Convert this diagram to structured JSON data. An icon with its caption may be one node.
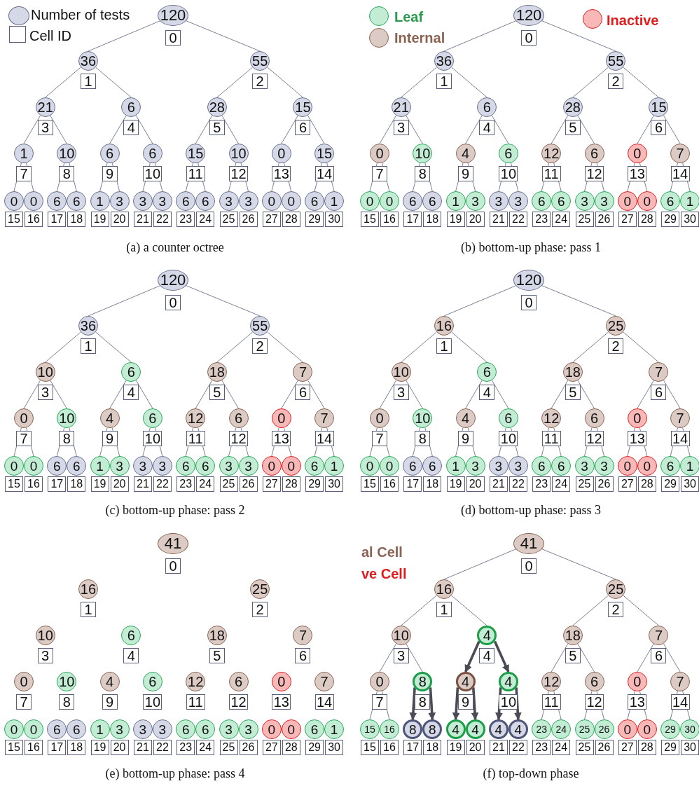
{
  "diagram": {
    "nodes": [
      {
        "text": [
          "120",
          "0"
        ]
      },
      {
        "text": [
          "36",
          "1"
        ]
      },
      {
        "text": [
          "55",
          "2"
        ]
      },
      {
        "text": [
          "21",
          "3"
        ]
      },
      {
        "text": [
          "6",
          "4"
        ]
      },
      {
        "text": [
          "28",
          "5"
        ]
      },
      {
        "text": [
          "15",
          "6"
        ]
      },
      {
        "text": [
          "1",
          "7"
        ]
      },
      {
        "text": [
          "10",
          "8"
        ]
      },
      {
        "text": [
          "6",
          "9"
        ]
      },
      {
        "text": [
          "6",
          "10"
        ]
      },
      {
        "text": [
          "15",
          "11"
        ]
      },
      {
        "text": [
          "10",
          "12"
        ]
      },
      {
        "text": [
          "0",
          "13"
        ]
      },
      {
        "text": [
          "15",
          "14"
        ]
      },
      {
        "text": [
          "0",
          "15"
        ]
      },
      {
        "text": [
          "0",
          "16"
        ]
      },
      {
        "text": [
          "6",
          "17"
        ]
      },
      {
        "text": [
          "6",
          "18"
        ]
      },
      {
        "text": [
          "1",
          "19"
        ]
      },
      {
        "text": [
          "3",
          "20"
        ]
      },
      {
        "text": [
          "3",
          "21"
        ]
      },
      {
        "text": [
          "3",
          "22"
        ]
      },
      {
        "text": [
          "6",
          "23"
        ]
      },
      {
        "text": [
          "6",
          "24"
        ]
      },
      {
        "text": [
          "3",
          "25"
        ]
      },
      {
        "text": [
          "3",
          "26"
        ]
      },
      {
        "text": [
          "0",
          "27"
        ]
      },
      {
        "text": [
          "0",
          "28"
        ]
      },
      {
        "text": [
          "6",
          "29"
        ]
      },
      {
        "text": [
          "1",
          "30"
        ]
      },
      {
        "text": [
          "120",
          "0"
        ]
      },
      {
        "text": [
          "36",
          "1"
        ]
      },
      {
        "text": [
          "55",
          "2"
        ]
      },
      {
        "text": [
          "21",
          "3"
        ]
      },
      {
        "text": [
          "6",
          "4"
        ]
      },
      {
        "text": [
          "28",
          "5"
        ]
      },
      {
        "text": [
          "15",
          "6"
        ]
      },
      {
        "text": [
          "0",
          "7"
        ]
      },
      {
        "text": [
          "10",
          "8"
        ]
      },
      {
        "text": [
          "4",
          "9"
        ]
      },
      {
        "text": [
          "6",
          "10"
        ]
      },
      {
        "text": [
          "12",
          "11"
        ]
      },
      {
        "text": [
          "6",
          "12"
        ]
      },
      {
        "text": [
          "0",
          "13"
        ]
      },
      {
        "text": [
          "7",
          "14"
        ]
      },
      {
        "text": [
          "0",
          "15"
        ]
      },
      {
        "text": [
          "0",
          "16"
        ]
      },
      {
        "text": [
          "6",
          "17"
        ]
      },
      {
        "text": [
          "6",
          "18"
        ]
      },
      {
        "text": [
          "1",
          "19"
        ]
      },
      {
        "text": [
          "3",
          "20"
        ]
      },
      {
        "text": [
          "3",
          "21"
        ]
      },
      {
        "text": [
          "3",
          "22"
        ]
      },
      {
        "text": [
          "6",
          "23"
        ]
      },
      {
        "text": [
          "6",
          "24"
        ]
      },
      {
        "text": [
          "3",
          "25"
        ]
      },
      {
        "text": [
          "3",
          "26"
        ]
      },
      {
        "text": [
          "0",
          "27"
        ]
      },
      {
        "text": [
          "0",
          "28"
        ]
      },
      {
        "text": [
          "6",
          "29"
        ]
      },
      {
        "text": [
          "1",
          "30"
        ]
      },
      {
        "text": [
          "120",
          "0"
        ]
      },
      {
        "text": [
          "36",
          "1"
        ]
      },
      {
        "text": [
          "55",
          "2"
        ]
      },
      {
        "text": [
          "10",
          "3"
        ]
      },
      {
        "text": [
          "6",
          "4"
        ]
      },
      {
        "text": [
          "18",
          "5"
        ]
      },
      {
        "text": [
          "7",
          "6"
        ]
      },
      {
        "text": [
          "0",
          "7"
        ]
      },
      {
        "text": [
          "10",
          "8"
        ]
      },
      {
        "text": [
          "4",
          "9"
        ]
      },
      {
        "text": [
          "6",
          "10"
        ]
      },
      {
        "text": [
          "12",
          "11"
        ]
      },
      {
        "text": [
          "6",
          "12"
        ]
      },
      {
        "text": [
          "0",
          "13"
        ]
      },
      {
        "text": [
          "7",
          "14"
        ]
      },
      {
        "text": [
          "0",
          "15"
        ]
      },
      {
        "text": [
          "0",
          "16"
        ]
      },
      {
        "text": [
          "6",
          "17"
        ]
      },
      {
        "text": [
          "6",
          "18"
        ]
      },
      {
        "text": [
          "1",
          "19"
        ]
      },
      {
        "text": [
          "3",
          "20"
        ]
      },
      {
        "text": [
          "3",
          "21"
        ]
      },
      {
        "text": [
          "3",
          "22"
        ]
      },
      {
        "text": [
          "6",
          "23"
        ]
      },
      {
        "text": [
          "6",
          "24"
        ]
      },
      {
        "text": [
          "3",
          "25"
        ]
      },
      {
        "text": [
          "3",
          "26"
        ]
      },
      {
        "text": [
          "0",
          "27"
        ]
      },
      {
        "text": [
          "0",
          "28"
        ]
      },
      {
        "text": [
          "6",
          "29"
        ]
      },
      {
        "text": [
          "1",
          "30"
        ]
      },
      {
        "text": [
          "120",
          "0"
        ]
      },
      {
        "text": [
          "16",
          "1"
        ]
      },
      {
        "text": [
          "25",
          "2"
        ]
      },
      {
        "text": [
          "10",
          "3"
        ]
      },
      {
        "text": [
          "6",
          "4"
        ]
      },
      {
        "text": [
          "18",
          "5"
        ]
      },
      {
        "text": [
          "7",
          "6"
        ]
      },
      {
        "text": [
          "0",
          "7"
        ]
      },
      {
        "text": [
          "10",
          "8"
        ]
      },
      {
        "text": [
          "4",
          "9"
        ]
      },
      {
        "text": [
          "6",
          "10"
        ]
      },
      {
        "text": [
          "12",
          "11"
        ]
      },
      {
        "text": [
          "6",
          "12"
        ]
      },
      {
        "text": [
          "0",
          "13"
        ]
      },
      {
        "text": [
          "7",
          "14"
        ]
      },
      {
        "text": [
          "0",
          "15"
        ]
      },
      {
        "text": [
          "0",
          "16"
        ]
      },
      {
        "text": [
          "6",
          "17"
        ]
      },
      {
        "text": [
          "6",
          "18"
        ]
      },
      {
        "text": [
          "1",
          "19"
        ]
      },
      {
        "text": [
          "3",
          "20"
        ]
      },
      {
        "text": [
          "3",
          "21"
        ]
      },
      {
        "text": [
          "3",
          "22"
        ]
      },
      {
        "text": [
          "6",
          "23"
        ]
      },
      {
        "text": [
          "6",
          "24"
        ]
      },
      {
        "text": [
          "3",
          "25"
        ]
      },
      {
        "text": [
          "3",
          "26"
        ]
      },
      {
        "text": [
          "0",
          "27"
        ]
      },
      {
        "text": [
          "0",
          "28"
        ]
      },
      {
        "text": [
          "6",
          "29"
        ]
      },
      {
        "text": [
          "1",
          "30"
        ]
      },
      {
        "text": [
          "41",
          "0"
        ]
      },
      {
        "text": [
          "16",
          "1"
        ]
      },
      {
        "text": [
          "25",
          "2"
        ]
      },
      {
        "text": [
          "10",
          "3"
        ]
      },
      {
        "text": [
          "6",
          "4"
        ]
      },
      {
        "text": [
          "18",
          "5"
        ]
      },
      {
        "text": [
          "7",
          "6"
        ]
      },
      {
        "text": [
          "0",
          "7"
        ]
      },
      {
        "text": [
          "10",
          "8"
        ]
      },
      {
        "text": [
          "4",
          "9"
        ]
      },
      {
        "text": [
          "6",
          "10"
        ]
      },
      {
        "text": [
          "12",
          "11"
        ]
      },
      {
        "text": [
          "6",
          "12"
        ]
      },
      {
        "text": [
          "0",
          "13"
        ]
      },
      {
        "text": [
          "7",
          "14"
        ]
      },
      {
        "text": [
          "0",
          "15"
        ]
      },
      {
        "text": [
          "0",
          "16"
        ]
      },
      {
        "text": [
          "6",
          "17"
        ]
      },
      {
        "text": [
          "6",
          "18"
        ]
      },
      {
        "text": [
          "1",
          "19"
        ]
      },
      {
        "text": [
          "3",
          "20"
        ]
      },
      {
        "text": [
          "3",
          "21"
        ]
      },
      {
        "text": [
          "3",
          "22"
        ]
      },
      {
        "text": [
          "6",
          "23"
        ]
      },
      {
        "text": [
          "6",
          "24"
        ]
      },
      {
        "text": [
          "3",
          "25"
        ]
      },
      {
        "text": [
          "3",
          "26"
        ]
      },
      {
        "text": [
          "0",
          "27"
        ]
      },
      {
        "text": [
          "0",
          "28"
        ]
      },
      {
        "text": [
          "6",
          "29"
        ]
      },
      {
        "text": [
          "1",
          "30"
        ]
      },
      {
        "text": [
          "41",
          "0"
        ]
      },
      {
        "text": [
          "16",
          "1"
        ]
      },
      {
        "text": [
          "25",
          "2"
        ]
      },
      {
        "text": [
          "10",
          "3"
        ]
      },
      {
        "text": [
          "4",
          "4"
        ]
      },
      {
        "text": [
          "18",
          "5"
        ]
      },
      {
        "text": [
          "7",
          "6"
        ]
      },
      {
        "text": [
          "0",
          "7"
        ]
      },
      {
        "text": [
          "8",
          "8"
        ]
      },
      {
        "text": [
          "4",
          "9"
        ]
      },
      {
        "text": [
          "4",
          "10"
        ]
      },
      {
        "text": [
          "12",
          "11"
        ]
      },
      {
        "text": [
          "6",
          "12"
        ]
      },
      {
        "text": [
          "0",
          "13"
        ]
      },
      {
        "text": [
          "7",
          "14"
        ]
      },
      {
        "text": [
          "15",
          "15"
        ]
      },
      {
        "text": [
          "16",
          "16"
        ]
      },
      {
        "text": [
          "8",
          "17"
        ]
      },
      {
        "text": [
          "8",
          "18"
        ]
      },
      {
        "text": [
          "4",
          "19"
        ]
      },
      {
        "text": [
          "4",
          "20"
        ]
      },
      {
        "text": [
          "4",
          "21"
        ]
      },
      {
        "text": [
          "4",
          "22"
        ]
      },
      {
        "text": [
          "23",
          "23"
        ]
      },
      {
        "text": [
          "24",
          "24"
        ]
      },
      {
        "text": [
          "25",
          "25"
        ]
      },
      {
        "text": [
          "26",
          "26"
        ]
      },
      {
        "text": [
          "0",
          "27"
        ]
      },
      {
        "text": [
          "0",
          "28"
        ]
      },
      {
        "text": [
          "29",
          "29"
        ]
      },
      {
        "text": [
          "30",
          "30"
        ]
      }
    ],
    "edges": [
      {
        "from": 0,
        "to": 1,
        "arrow": "none"
      },
      {
        "from": 0,
        "to": 2,
        "arrow": "none"
      },
      {
        "from": 1,
        "to": 3,
        "arrow": "none"
      },
      {
        "from": 1,
        "to": 4,
        "arrow": "none"
      },
      {
        "from": 2,
        "to": 5,
        "arrow": "none"
      },
      {
        "from": 2,
        "to": 6,
        "arrow": "none"
      },
      {
        "from": 3,
        "to": 7,
        "arrow": "none"
      },
      {
        "from": 3,
        "to": 8,
        "arrow": "none"
      },
      {
        "from": 4,
        "to": 9,
        "arrow": "none"
      },
      {
        "from": 4,
        "to": 10,
        "arrow": "none"
      },
      {
        "from": 5,
        "to": 11,
        "arrow": "none"
      },
      {
        "from": 5,
        "to": 12,
        "arrow": "none"
      },
      {
        "from": 6,
        "to": 13,
        "arrow": "none"
      },
      {
        "from": 6,
        "to": 14,
        "arrow": "none"
      },
      {
        "from": 7,
        "to": 15,
        "arrow": "none"
      },
      {
        "from": 7,
        "to": 16,
        "arrow": "none"
      },
      {
        "from": 8,
        "to": 17,
        "arrow": "none"
      },
      {
        "from": 8,
        "to": 18,
        "arrow": "none"
      },
      {
        "from": 9,
        "to": 19,
        "arrow": "none"
      },
      {
        "from": 9,
        "to": 20,
        "arrow": "none"
      },
      {
        "from": 10,
        "to": 21,
        "arrow": "none"
      },
      {
        "from": 10,
        "to": 22,
        "arrow": "none"
      },
      {
        "from": 11,
        "to": 23,
        "arrow": "none"
      },
      {
        "from": 11,
        "to": 24,
        "arrow": "none"
      },
      {
        "from": 12,
        "to": 25,
        "arrow": "none"
      },
      {
        "from": 12,
        "to": 26,
        "arrow": "none"
      },
      {
        "from": 13,
        "to": 27,
        "arrow": "none"
      },
      {
        "from": 13,
        "to": 28,
        "arrow": "none"
      },
      {
        "from": 14,
        "to": 29,
        "arrow": "none"
      },
      {
        "from": 14,
        "to": 30,
        "arrow": "none"
      },
      {
        "from": 31,
        "to": 32,
        "arrow": "none"
      },
      {
        "from": 31,
        "to": 33,
        "arrow": "none"
      },
      {
        "from": 32,
        "to": 34,
        "arrow": "none"
      },
      {
        "from": 32,
        "to": 35,
        "arrow": "none"
      },
      {
        "from": 33,
        "to": 36,
        "arrow": "none"
      },
      {
        "from": 33,
        "to": 37,
        "arrow": "none"
      },
      {
        "from": 34,
        "to": 38,
        "arrow": "none"
      },
      {
        "from": 34,
        "to": 39,
        "arrow": "none"
      },
      {
        "from": 35,
        "to": 40,
        "arrow": "none"
      },
      {
        "from": 35,
        "to": 41,
        "arrow": "none"
      },
      {
        "from": 36,
        "to": 42,
        "arrow": "none"
      },
      {
        "from": 36,
        "to": 43,
        "arrow": "none"
      },
      {
        "from": 37,
        "to": 44,
        "arrow": "none"
      },
      {
        "from": 37,
        "to": 45,
        "arrow": "none"
      },
      {
        "from": 38,
        "to": 46,
        "arrow": "none"
      },
      {
        "from": 38,
        "to": 47,
        "arrow": "none"
      },
      {
        "from": 39,
        "to": 48,
        "arrow": "none"
      },
      {
        "from": 39,
        "to": 49,
        "arrow": "none"
      },
      {
        "from": 40,
        "to": 50,
        "arrow": "none"
      },
      {
        "from": 40,
        "to": 51,
        "arrow": "none"
      },
      {
        "from": 41,
        "to": 52,
        "arrow": "none"
      },
      {
        "from": 41,
        "to": 53,
        "arrow": "none"
      },
      {
        "from": 42,
        "to": 54,
        "arrow": "none"
      },
      {
        "from": 42,
        "to": 55,
        "arrow": "none"
      },
      {
        "from": 43,
        "to": 56,
        "arrow": "none"
      },
      {
        "from": 43,
        "to": 57,
        "arrow": "none"
      },
      {
        "from": 44,
        "to": 58,
        "arrow": "none"
      },
      {
        "from": 44,
        "to": 59,
        "arrow": "none"
      },
      {
        "from": 45,
        "to": 60,
        "arrow": "none"
      },
      {
        "from": 45,
        "to": 61,
        "arrow": "none"
      },
      {
        "from": 62,
        "to": 63,
        "arrow": "none"
      },
      {
        "from": 62,
        "to": 64,
        "arrow": "none"
      },
      {
        "from": 63,
        "to": 65,
        "arrow": "none"
      },
      {
        "from": 63,
        "to": 66,
        "arrow": "none"
      },
      {
        "from": 64,
        "to": 67,
        "arrow": "none"
      },
      {
        "from": 64,
        "to": 68,
        "arrow": "none"
      },
      {
        "from": 65,
        "to": 69,
        "arrow": "none"
      },
      {
        "from": 65,
        "to": 70,
        "arrow": "none"
      },
      {
        "from": 66,
        "to": 71,
        "arrow": "none"
      },
      {
        "from": 66,
        "to": 72,
        "arrow": "none"
      },
      {
        "from": 67,
        "to": 73,
        "arrow": "none"
      },
      {
        "from": 67,
        "to": 74,
        "arrow": "none"
      },
      {
        "from": 68,
        "to": 75,
        "arrow": "none"
      },
      {
        "from": 68,
        "to": 76,
        "arrow": "none"
      },
      {
        "from": 69,
        "to": 77,
        "arrow": "none"
      },
      {
        "from": 69,
        "to": 78,
        "arrow": "none"
      },
      {
        "from": 70,
        "to": 79,
        "arrow": "none"
      },
      {
        "from": 70,
        "to": 80,
        "arrow": "none"
      },
      {
        "from": 71,
        "to": 81,
        "arrow": "none"
      },
      {
        "from": 71,
        "to": 82,
        "arrow": "none"
      },
      {
        "from": 72,
        "to": 83,
        "arrow": "none"
      },
      {
        "from": 72,
        "to": 84,
        "arrow": "none"
      },
      {
        "from": 73,
        "to": 85,
        "arrow": "none"
      },
      {
        "from": 73,
        "to": 86,
        "arrow": "none"
      },
      {
        "from": 74,
        "to": 87,
        "arrow": "none"
      },
      {
        "from": 74,
        "to": 88,
        "arrow": "none"
      },
      {
        "from": 75,
        "to": 89,
        "arrow": "none"
      },
      {
        "from": 75,
        "to": 90,
        "arrow": "none"
      },
      {
        "from": 76,
        "to": 91,
        "arrow": "none"
      },
      {
        "from": 76,
        "to": 92,
        "arrow": "none"
      },
      {
        "from": 93,
        "to": 94,
        "arrow": "none"
      },
      {
        "from": 93,
        "to": 95,
        "arrow": "none"
      },
      {
        "from": 94,
        "to": 96,
        "arrow": "none"
      },
      {
        "from": 94,
        "to": 97,
        "arrow": "none"
      },
      {
        "from": 95,
        "to": 98,
        "arrow": "none"
      },
      {
        "from": 95,
        "to": 99,
        "arrow": "none"
      },
      {
        "from": 96,
        "to": 100,
        "arrow": "none"
      },
      {
        "from": 96,
        "to": 101,
        "arrow": "none"
      },
      {
        "from": 97,
        "to": 102,
        "arrow": "none"
      },
      {
        "from": 97,
        "to": 103,
        "arrow": "none"
      },
      {
        "from": 98,
        "to": 104,
        "arrow": "none"
      },
      {
        "from": 98,
        "to": 105,
        "arrow": "none"
      },
      {
        "from": 99,
        "to": 106,
        "arrow": "none"
      },
      {
        "from": 99,
        "to": 107,
        "arrow": "none"
      },
      {
        "from": 100,
        "to": 108,
        "arrow": "none"
      },
      {
        "from": 100,
        "to": 109,
        "arrow": "none"
      },
      {
        "from": 101,
        "to": 110,
        "arrow": "none"
      },
      {
        "from": 101,
        "to": 111,
        "arrow": "none"
      },
      {
        "from": 102,
        "to": 112,
        "arrow": "none"
      },
      {
        "from": 102,
        "to": 113,
        "arrow": "none"
      },
      {
        "from": 103,
        "to": 114,
        "arrow": "none"
      },
      {
        "from": 103,
        "to": 115,
        "arrow": "none"
      },
      {
        "from": 104,
        "to": 116,
        "arrow": "none"
      },
      {
        "from": 104,
        "to": 117,
        "arrow": "none"
      },
      {
        "from": 105,
        "to": 118,
        "arrow": "none"
      },
      {
        "from": 105,
        "to": 119,
        "arrow": "none"
      },
      {
        "from": 106,
        "to": 120,
        "arrow": "none"
      },
      {
        "from": 106,
        "to": 121,
        "arrow": "none"
      },
      {
        "from": 107,
        "to": 122,
        "arrow": "none"
      },
      {
        "from": 107,
        "to": 123,
        "arrow": "none"
      },
      {
        "from": 155,
        "to": 156,
        "arrow": "none"
      },
      {
        "from": 155,
        "to": 157,
        "arrow": "none"
      },
      {
        "from": 156,
        "to": 158,
        "arrow": "none"
      },
      {
        "from": 156,
        "to": 159,
        "arrow": "none"
      },
      {
        "from": 157,
        "to": 160,
        "arrow": "none"
      },
      {
        "from": 157,
        "to": 161,
        "arrow": "none"
      },
      {
        "from": 158,
        "to": 162,
        "arrow": "none"
      },
      {
        "from": 158,
        "to": 163,
        "arrow": "none"
      },
      {
        "from": 159,
        "to": 164,
        "arrow": "to",
        "style": "thick"
      },
      {
        "from": 159,
        "to": 165,
        "arrow": "to",
        "style": "thick"
      },
      {
        "from": 160,
        "to": 166,
        "arrow": "none"
      },
      {
        "from": 160,
        "to": 167,
        "arrow": "none"
      },
      {
        "from": 161,
        "to": 168,
        "arrow": "none"
      },
      {
        "from": 161,
        "to": 169,
        "arrow": "none"
      },
      {
        "from": 162,
        "to": 170,
        "arrow": "none"
      },
      {
        "from": 162,
        "to": 171,
        "arrow": "none"
      },
      {
        "from": 163,
        "to": 172,
        "arrow": "to",
        "style": "thick"
      },
      {
        "from": 163,
        "to": 173,
        "arrow": "to",
        "style": "thick"
      },
      {
        "from": 164,
        "to": 174,
        "arrow": "to",
        "style": "thick"
      },
      {
        "from": 164,
        "to": 175,
        "arrow": "to",
        "style": "thick"
      },
      {
        "from": 165,
        "to": 176,
        "arrow": "to",
        "style": "thick"
      },
      {
        "from": 165,
        "to": 177,
        "arrow": "to",
        "style": "thick"
      },
      {
        "from": 166,
        "to": 178,
        "arrow": "none"
      },
      {
        "from": 166,
        "to": 179,
        "arrow": "none"
      },
      {
        "from": 167,
        "to": 180,
        "arrow": "none"
      },
      {
        "from": 167,
        "to": 181,
        "arrow": "none"
      },
      {
        "from": 168,
        "to": 182,
        "arrow": "none"
      },
      {
        "from": 168,
        "to": 183,
        "arrow": "none"
      },
      {
        "from": 169,
        "to": 184,
        "arrow": "none"
      },
      {
        "from": 169,
        "to": 185,
        "arrow": "none"
      }
    ],
    "labels": [
      "(a) a counter octree",
      "(b) bottom-up phase: pass 1",
      "(c) bottom-up phase: pass 2",
      "(d) bottom-up phase: pass 3",
      "(e) bottom-up phase: pass 4",
      "(f) top-down phase",
      "al Cell",
      "ve Cell"
    ],
    "legend": [
      {
        "text": "Number of tests"
      },
      {
        "text": "Cell ID"
      },
      {
        "text": "Leaf",
        "color": "#c2ecd3"
      },
      {
        "text": "Internal",
        "color": "#dccbc4"
      },
      {
        "text": "Inactive",
        "color": "#f9b8b8"
      }
    ]
  }
}
